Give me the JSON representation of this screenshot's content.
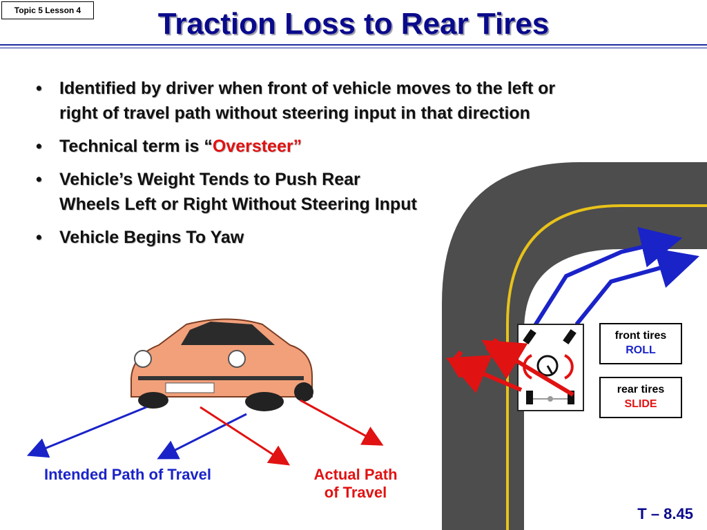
{
  "slide": {
    "topic_label": "Topic 5 Lesson 4",
    "title": "Traction Loss to Rear Tires",
    "number": "T – 8.45"
  },
  "bullets": [
    {
      "line1": "Identified by driver when front of vehicle moves to the left or",
      "line2": "right of travel path without steering input in that direction"
    },
    {
      "prefix": "Technical term is “",
      "highlight": "Oversteer”"
    },
    {
      "line1": "Vehicle’s Weight Tends to Push Rear",
      "line2": "Wheels Left or Right Without Steering Input"
    },
    {
      "line1": "Vehicle Begins To Yaw"
    }
  ],
  "labels": {
    "intended_path": "Intended Path of Travel",
    "actual_path_line1": "Actual Path",
    "actual_path_line2": "of Travel"
  },
  "tire_status": {
    "front_line1": "front tires",
    "front_line2": "ROLL",
    "rear_line1": "rear tires",
    "rear_line2": "SLIDE"
  },
  "colors": {
    "title": "#0a0a8c",
    "highlight_red": "#e11212",
    "highlight_blue": "#1a23c8",
    "road": "#4d4d4d",
    "road_line": "#e8c21a"
  }
}
